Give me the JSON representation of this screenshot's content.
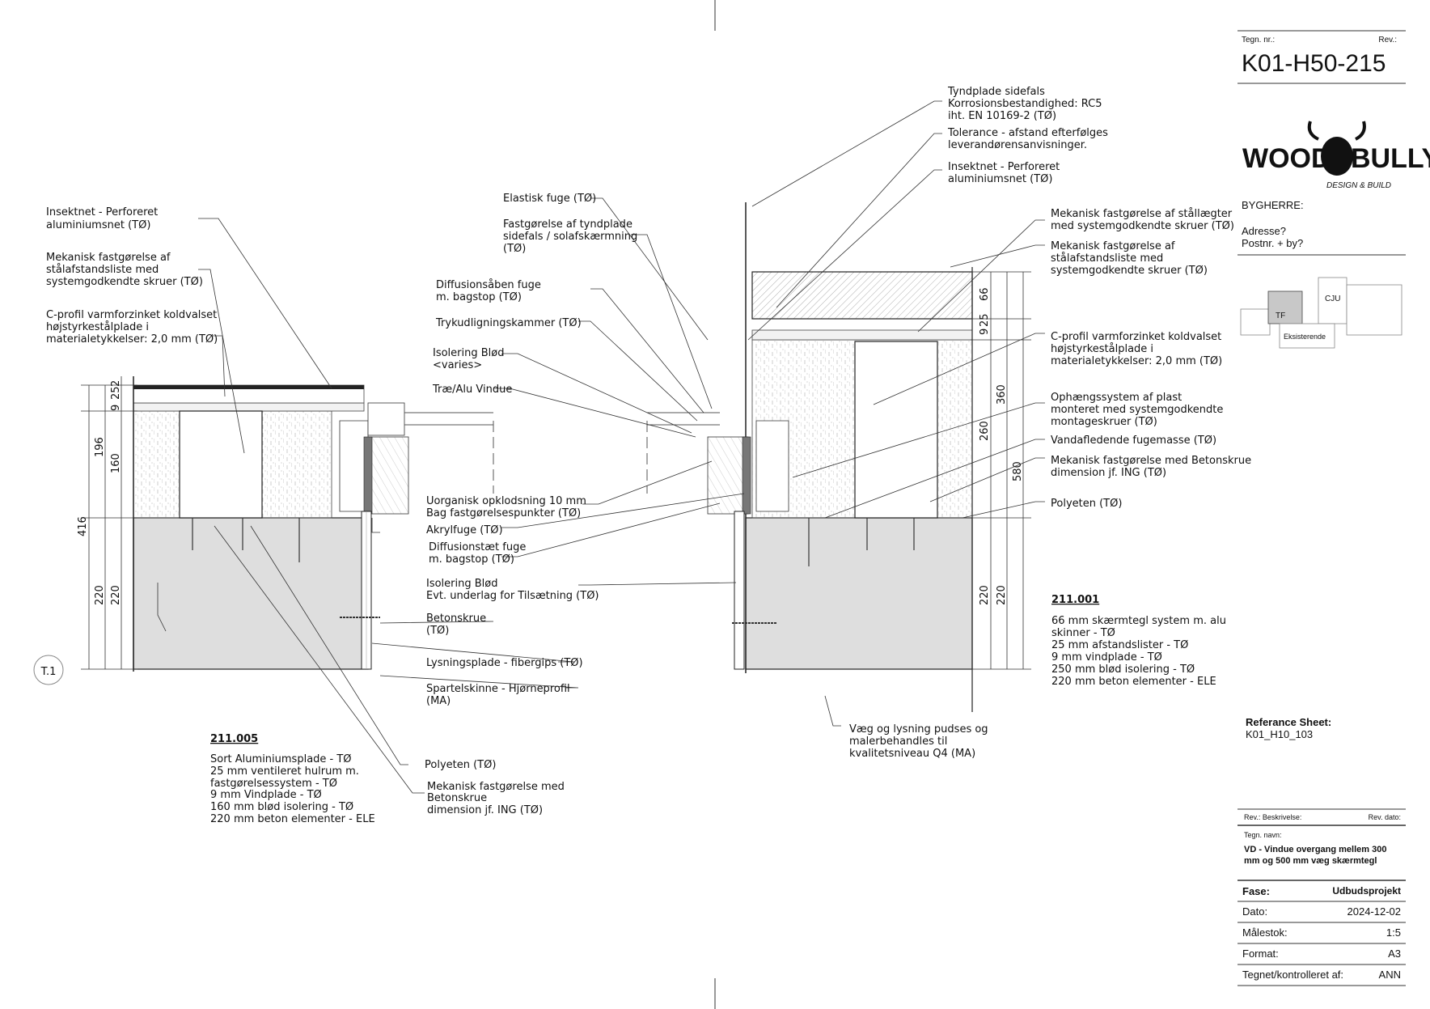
{
  "title_block": {
    "drawing_no_label": "Tegn. nr.:",
    "rev_label": "Rev.:",
    "drawing_no": "K01-H50-215",
    "logo_left": "WOOD",
    "logo_right": "BULLY",
    "logo_sub": "DESIGN & BUILD",
    "client_label": "BYGHERRE:",
    "address": "Adresse?",
    "postal": "Postnr. + by?",
    "key_tf": "TF",
    "key_cju": "CJU",
    "key_existing": "Eksisterende",
    "reference_label": "Referance Sheet:",
    "reference_value": "K01_H10_103",
    "rev_desc_label": "Rev.: Beskrivelse:",
    "rev_date_label": "Rev. dato:",
    "name_label": "Tegn. navn:",
    "name_line1": "VD - Vindue overgang mellem 300",
    "name_line2": "mm og 500 mm væg skærmtegl",
    "phase_label": "Fase:",
    "phase_value": "Udbudsprojekt",
    "date_label": "Dato:",
    "date_value": "2024-12-02",
    "scale_label": "Målestok:",
    "scale_value": "1:5",
    "format_label": "Format:",
    "format_value": "A3",
    "drawn_label": "Tegnet/kontrolleret af:",
    "drawn_value": "ANN"
  },
  "grid_marker": "T.1",
  "left_dims": {
    "d416": "416",
    "d196": "196",
    "d160": "160",
    "d9": "9",
    "d25": "25",
    "d2": "2",
    "d220a": "220",
    "d220b": "220"
  },
  "right_dims": {
    "d66": "66",
    "d9": "9",
    "d25": "25",
    "d360": "360",
    "d260": "260",
    "d580": "580",
    "d220a": "220",
    "d220b": "220"
  },
  "left_labels": {
    "insekt1": "Insektnet - Perforeret",
    "insekt2": "aluminiumsnet (TØ)",
    "mek1": "Mekanisk fastgørelse af",
    "mek2": "stålafstandsliste med",
    "mek3": "systemgodkendte skruer (TØ)",
    "cprof1": "C-profil varmforzinket koldvalset",
    "cprof2": "højstyrkestålplade i",
    "cprof3": "materialetykkelser: 2,0 mm (TØ)",
    "spec_code": "211.005",
    "spec1": "Sort Aluminiumsplade - TØ",
    "spec2": "25 mm ventileret hulrum m.",
    "spec3": "fastgørelsessystem - TØ",
    "spec4": "9 mm Vindplade - TØ",
    "spec5": "160 mm blød isolering - TØ",
    "spec6": "220 mm beton elementer - ELE"
  },
  "center_labels": {
    "elastisk": "Elastisk fuge (TØ)",
    "fast1": "Fastgørelse af tyndplade",
    "fast2": "sidefals / solafskærmning",
    "fast3": "(TØ)",
    "diff1": "Diffusionsåben fuge",
    "diff2": "m. bagstop (TØ)",
    "tryk": "Trykudligningskammer (TØ)",
    "iso1": "Isolering Blød",
    "iso2": "<varies>",
    "trae": "Træ/Alu Vindue",
    "uorg1": "Uorganisk opklodsning 10 mm",
    "uorg2": "Bag fastgørelsespunkter (TØ)",
    "akryl": "Akrylfuge (TØ)",
    "difft1": "Diffusionstæt fuge",
    "difft2": "m. bagstop (TØ)",
    "isob1": "Isolering Blød",
    "isob2": "Evt. underlag for Tilsætning (TØ)",
    "beton1": "Betonskrue",
    "beton2": "(TØ)",
    "lysning": "Lysningsplade - fibergips (TØ)",
    "spartel1": "Spartelskinne - Hjørneprofil",
    "spartel2": "(MA)",
    "polyeten": "Polyeten (TØ)",
    "mekb1": "Mekanisk fastgørelse med",
    "mekb2": "Betonskrue",
    "mekb3": "dimension jf. ING (TØ)"
  },
  "right_labels": {
    "tynd1": "Tyndplade sidefals",
    "tynd2": "Korrosionsbestandighed: RC5",
    "tynd3": "iht. EN 10169-2 (TØ)",
    "tol1": "Tolerance - afstand efterfølges",
    "tol2": "leverandørensanvisninger.",
    "ins1": "Insektnet - Perforeret",
    "ins2": "aluminiumsnet (TØ)",
    "mek1": "Mekanisk fastgørelse af stållægter",
    "mek2": "med systemgodkendte skruer (TØ)",
    "mekb1": "Mekanisk fastgørelse af",
    "mekb2": "stålafstandsliste med",
    "mekb3": "systemgodkendte skruer (TØ)",
    "cp1": "C-profil varmforzinket koldvalset",
    "cp2": "højstyrkestålplade i",
    "cp3": "materialetykkelser: 2,0 mm (TØ)",
    "oph1": "Ophængssystem af plast",
    "oph2": "monteret med systemgodkendte",
    "oph3": "montageskruer (TØ)",
    "vand": "Vandafledende fugemasse (TØ)",
    "mekc1": "Mekanisk fastgørelse med Betonskrue",
    "mekc2": "dimension jf. ING (TØ)",
    "poly": "Polyeten (TØ)",
    "spec_code": "211.001",
    "spec1": "66 mm skærmtegl system m. alu",
    "spec2": "skinner - TØ",
    "spec3": "25 mm afstandslister - TØ",
    "spec4": "9 mm vindplade - TØ",
    "spec5": "250 mm blød isolering - TØ",
    "spec6": "220 mm beton elementer - ELE",
    "vaeg1": "Væg og lysning pudses og",
    "vaeg2": "malerbehandles til",
    "vaeg3": "kvalitetsniveau Q4 (MA)"
  }
}
